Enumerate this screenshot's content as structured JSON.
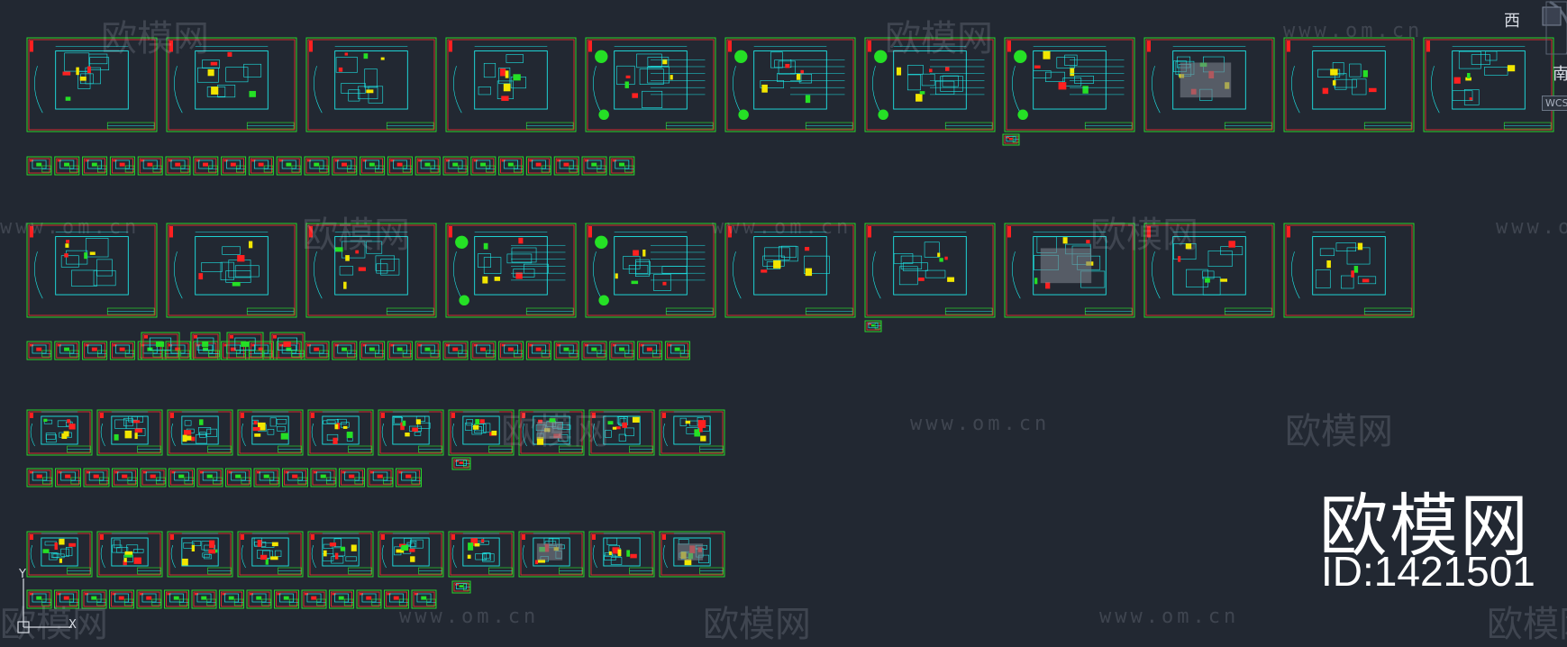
{
  "watermark": {
    "logo_text": "欧模网",
    "url_text": "www.om.cn"
  },
  "brand_overlay": {
    "name": "欧模网",
    "id_label": "ID:1421501"
  },
  "viewcube": {
    "west": "西",
    "south": "南",
    "wcs": "WCS"
  },
  "ucs": {
    "x_label": "X",
    "y_label": "Y"
  },
  "colors": {
    "background": "#222832",
    "frame_border": "#2bd52b",
    "frame_inner": "#ff2d2d",
    "linework": "#1ee6e6",
    "accent_red": "#ff2020",
    "accent_yellow": "#f2e600",
    "fill_green": "#25e025"
  },
  "drawing": {
    "row1_large_sheets": 11,
    "row1_small_sheets": 22,
    "row2_large_sheets": 10,
    "row2_small_sheets": 24,
    "row3_medium_sheets": 10,
    "row3_small_sheets": 14,
    "row4_medium_sheets": 10,
    "row4_small_sheets": 15
  }
}
